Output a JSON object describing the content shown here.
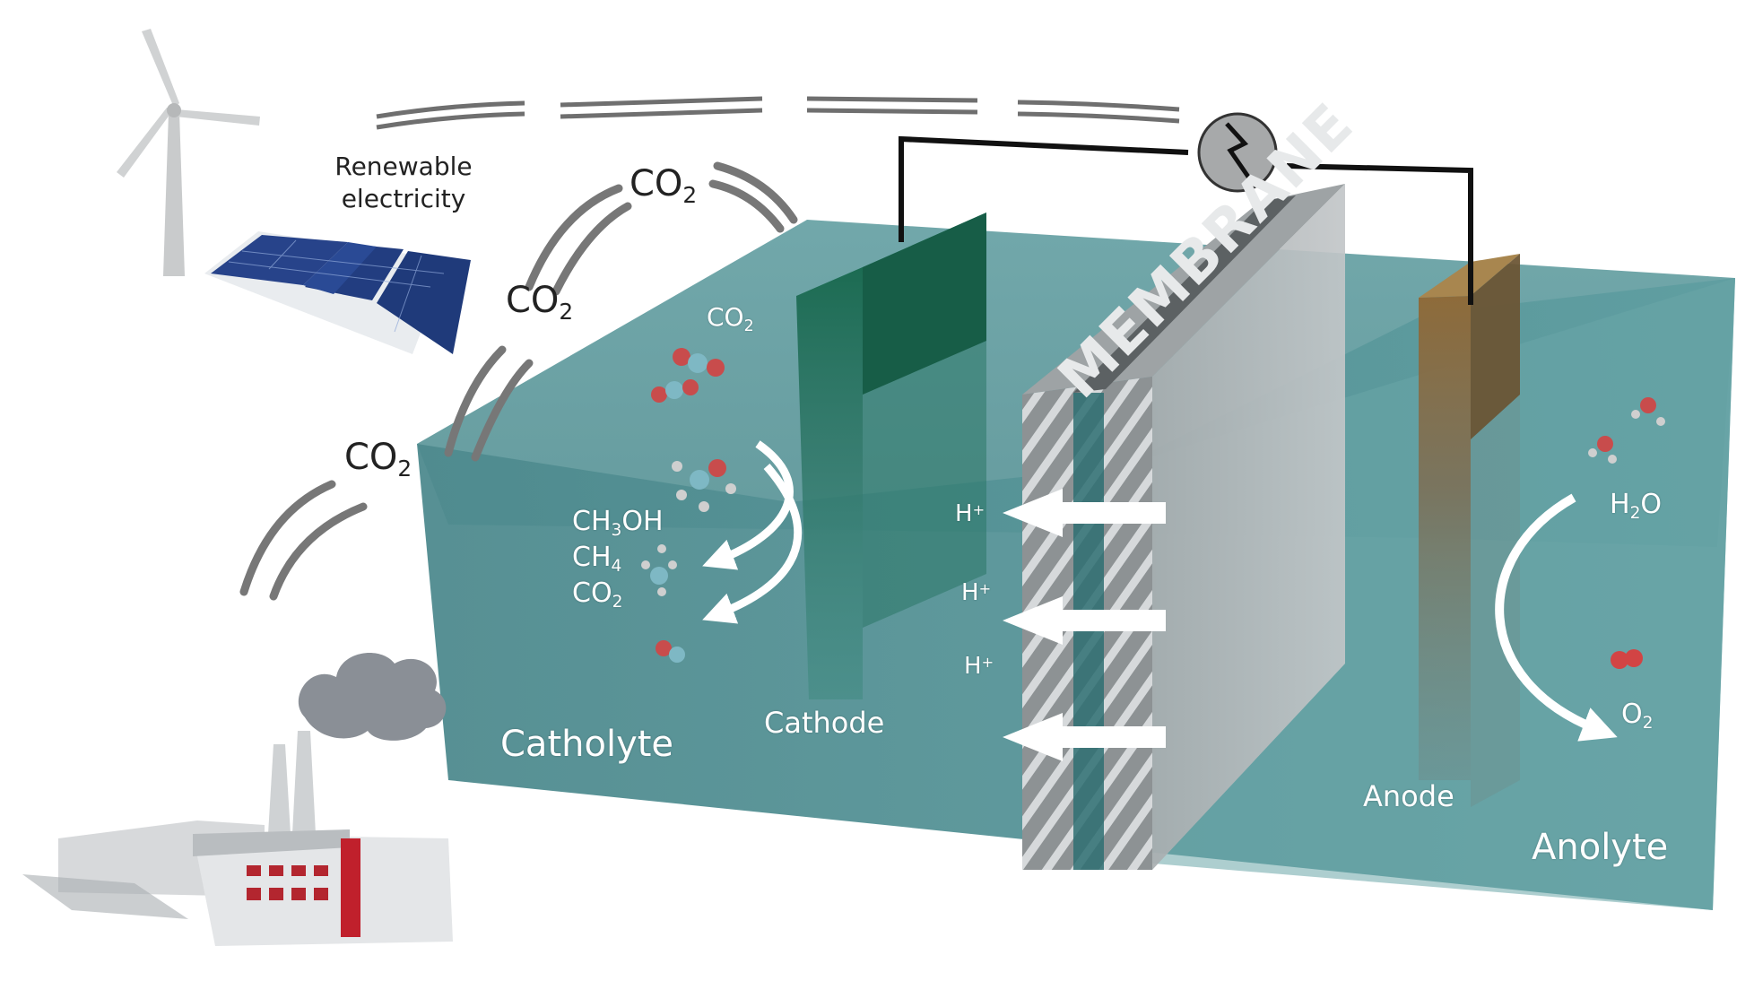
{
  "labels": {
    "renewable": "Renewable",
    "electricity": "electricity",
    "membrane": "MEMBRANE",
    "cathode": "Cathode",
    "anode": "Anode",
    "catholyte": "Catholyte",
    "anolyte": "Anolyte"
  },
  "formulas": {
    "co2_1": {
      "base": "CO",
      "sub": "2"
    },
    "co2_2": {
      "base": "CO",
      "sub": "2"
    },
    "co2_3": {
      "base": "CO",
      "sub": "2"
    },
    "co2_inlet": {
      "base": "CO",
      "sub": "2"
    },
    "ch3oh": {
      "a": "CH",
      "sub": "3",
      "b": "OH"
    },
    "ch4": {
      "base": "CH",
      "sub": "4"
    },
    "co2_product": {
      "base": "CO",
      "sub": "2"
    },
    "h2o": {
      "a": "H",
      "sub": "2",
      "b": "O"
    },
    "o2": {
      "base": "O",
      "sub": "2"
    },
    "proton": {
      "base": "H",
      "sup": "+"
    }
  },
  "colors": {
    "electrolyte": "#5f9c9f",
    "cathode": "#1e6e55",
    "anode": "#8b6a3e",
    "membrane": "#b4b8ba",
    "wire": "#111111"
  },
  "icons": [
    "wind-turbine-icon",
    "solar-panel-icon",
    "factory-icon",
    "power-source-icon",
    "molecule-icon"
  ]
}
